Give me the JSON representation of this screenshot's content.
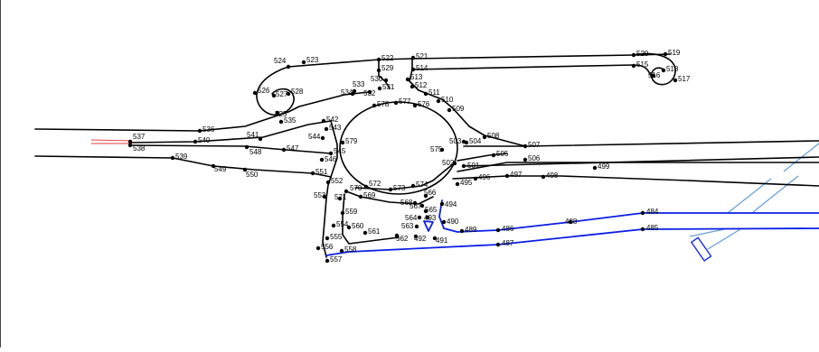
{
  "colors": {
    "road": "#000000",
    "blue_road": "#0a1ee6",
    "light_blue": "#6aa0d8",
    "red": "#e53935"
  },
  "nodes": [
    "484",
    "485",
    "486",
    "487",
    "488",
    "489",
    "490",
    "491",
    "492",
    "493",
    "494",
    "495",
    "496",
    "497",
    "498",
    "499",
    "501",
    "502",
    "503",
    "504",
    "505",
    "506",
    "507",
    "508",
    "509",
    "510",
    "511",
    "512",
    "513",
    "514",
    "515",
    "516",
    "517",
    "518",
    "519",
    "520",
    "521",
    "522",
    "523",
    "524",
    "525",
    "526",
    "527",
    "528",
    "529",
    "530",
    "531",
    "532",
    "533",
    "534",
    "535",
    "536",
    "537",
    "538",
    "539",
    "540",
    "541",
    "542",
    "543",
    "544",
    "545",
    "546",
    "547",
    "548",
    "549",
    "550",
    "551",
    "552",
    "553",
    "554",
    "555",
    "556",
    "557",
    "558",
    "559",
    "560",
    "561",
    "562",
    "563",
    "564",
    "565",
    "566",
    "567",
    "568",
    "569",
    "570",
    "571",
    "572",
    "573",
    "574",
    "575",
    "576",
    "577",
    "578",
    "579"
  ]
}
